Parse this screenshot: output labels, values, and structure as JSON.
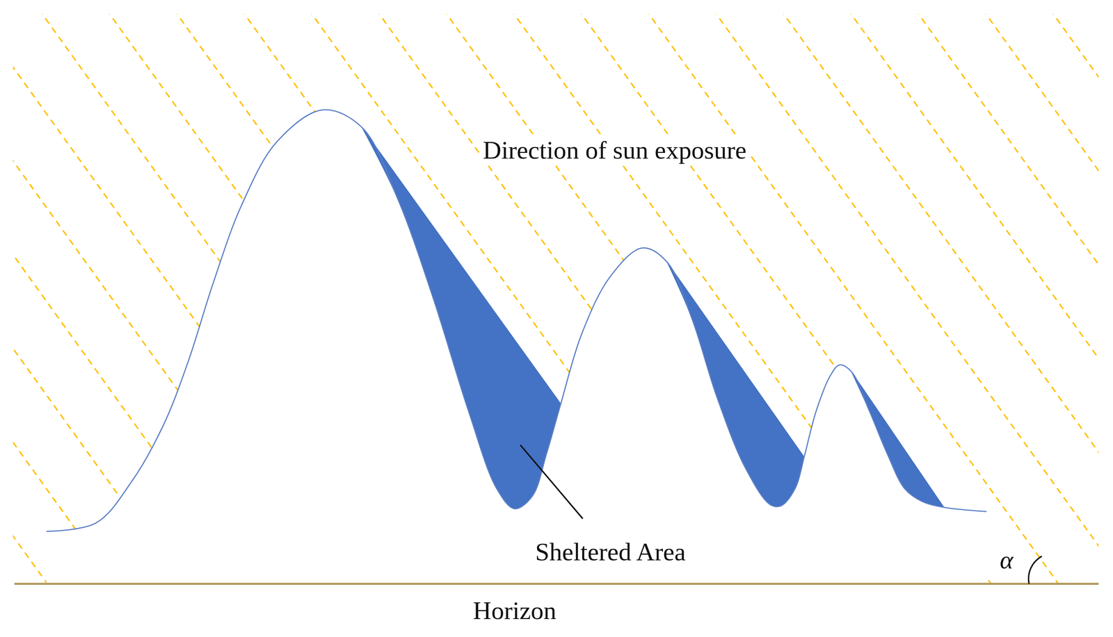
{
  "diagram": {
    "labels": [
      "Direction of sun exposure",
      "Sheltered Area",
      "Horizon",
      "α"
    ]
  }
}
